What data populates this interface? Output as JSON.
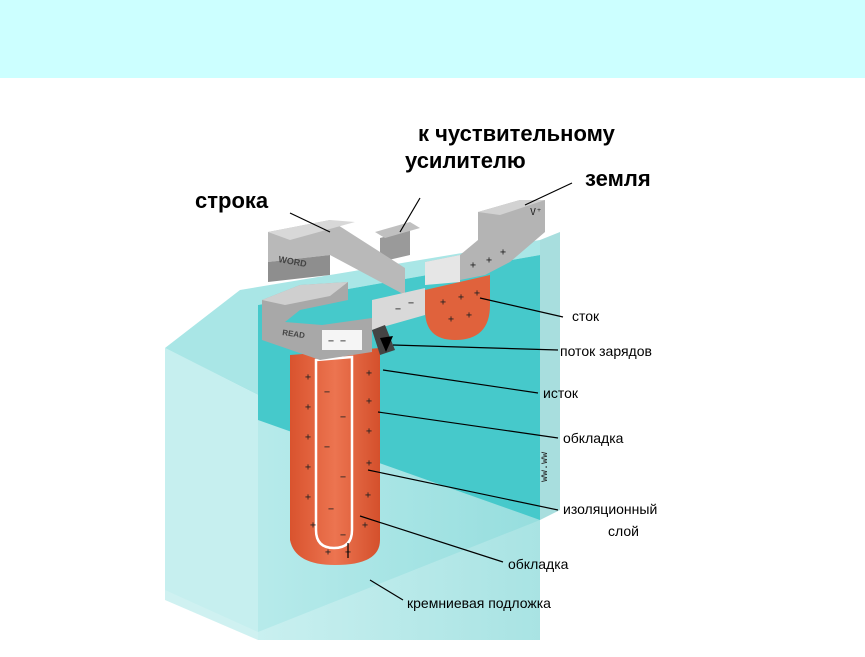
{
  "header": {
    "band_color": "#ccffff"
  },
  "labels": {
    "to_sense_amp_line1": "к чуствительному",
    "to_sense_amp_line2": "усилителю",
    "row": "строка",
    "ground": "земля",
    "drain": "сток",
    "charge_flow": "поток зарядов",
    "source": "исток",
    "plate_outer": "обкладка",
    "insulating_layer_line1": "изоляционный",
    "insulating_layer_line2": "слой",
    "plate_inner": "обкладка",
    "silicon_substrate": "кремниевая подложка"
  },
  "embossed": {
    "word_text": "WORD",
    "read_text": "READ"
  },
  "colors": {
    "substrate_cyan": "#3fc6c8",
    "substrate_light": "#a9e6e6",
    "trench_orange": "#e0623c",
    "metal_grey": "#b4b4b4",
    "metal_dark": "#8a8a8a"
  },
  "icons": {
    "charge_arrow": "arrow-down-icon"
  }
}
